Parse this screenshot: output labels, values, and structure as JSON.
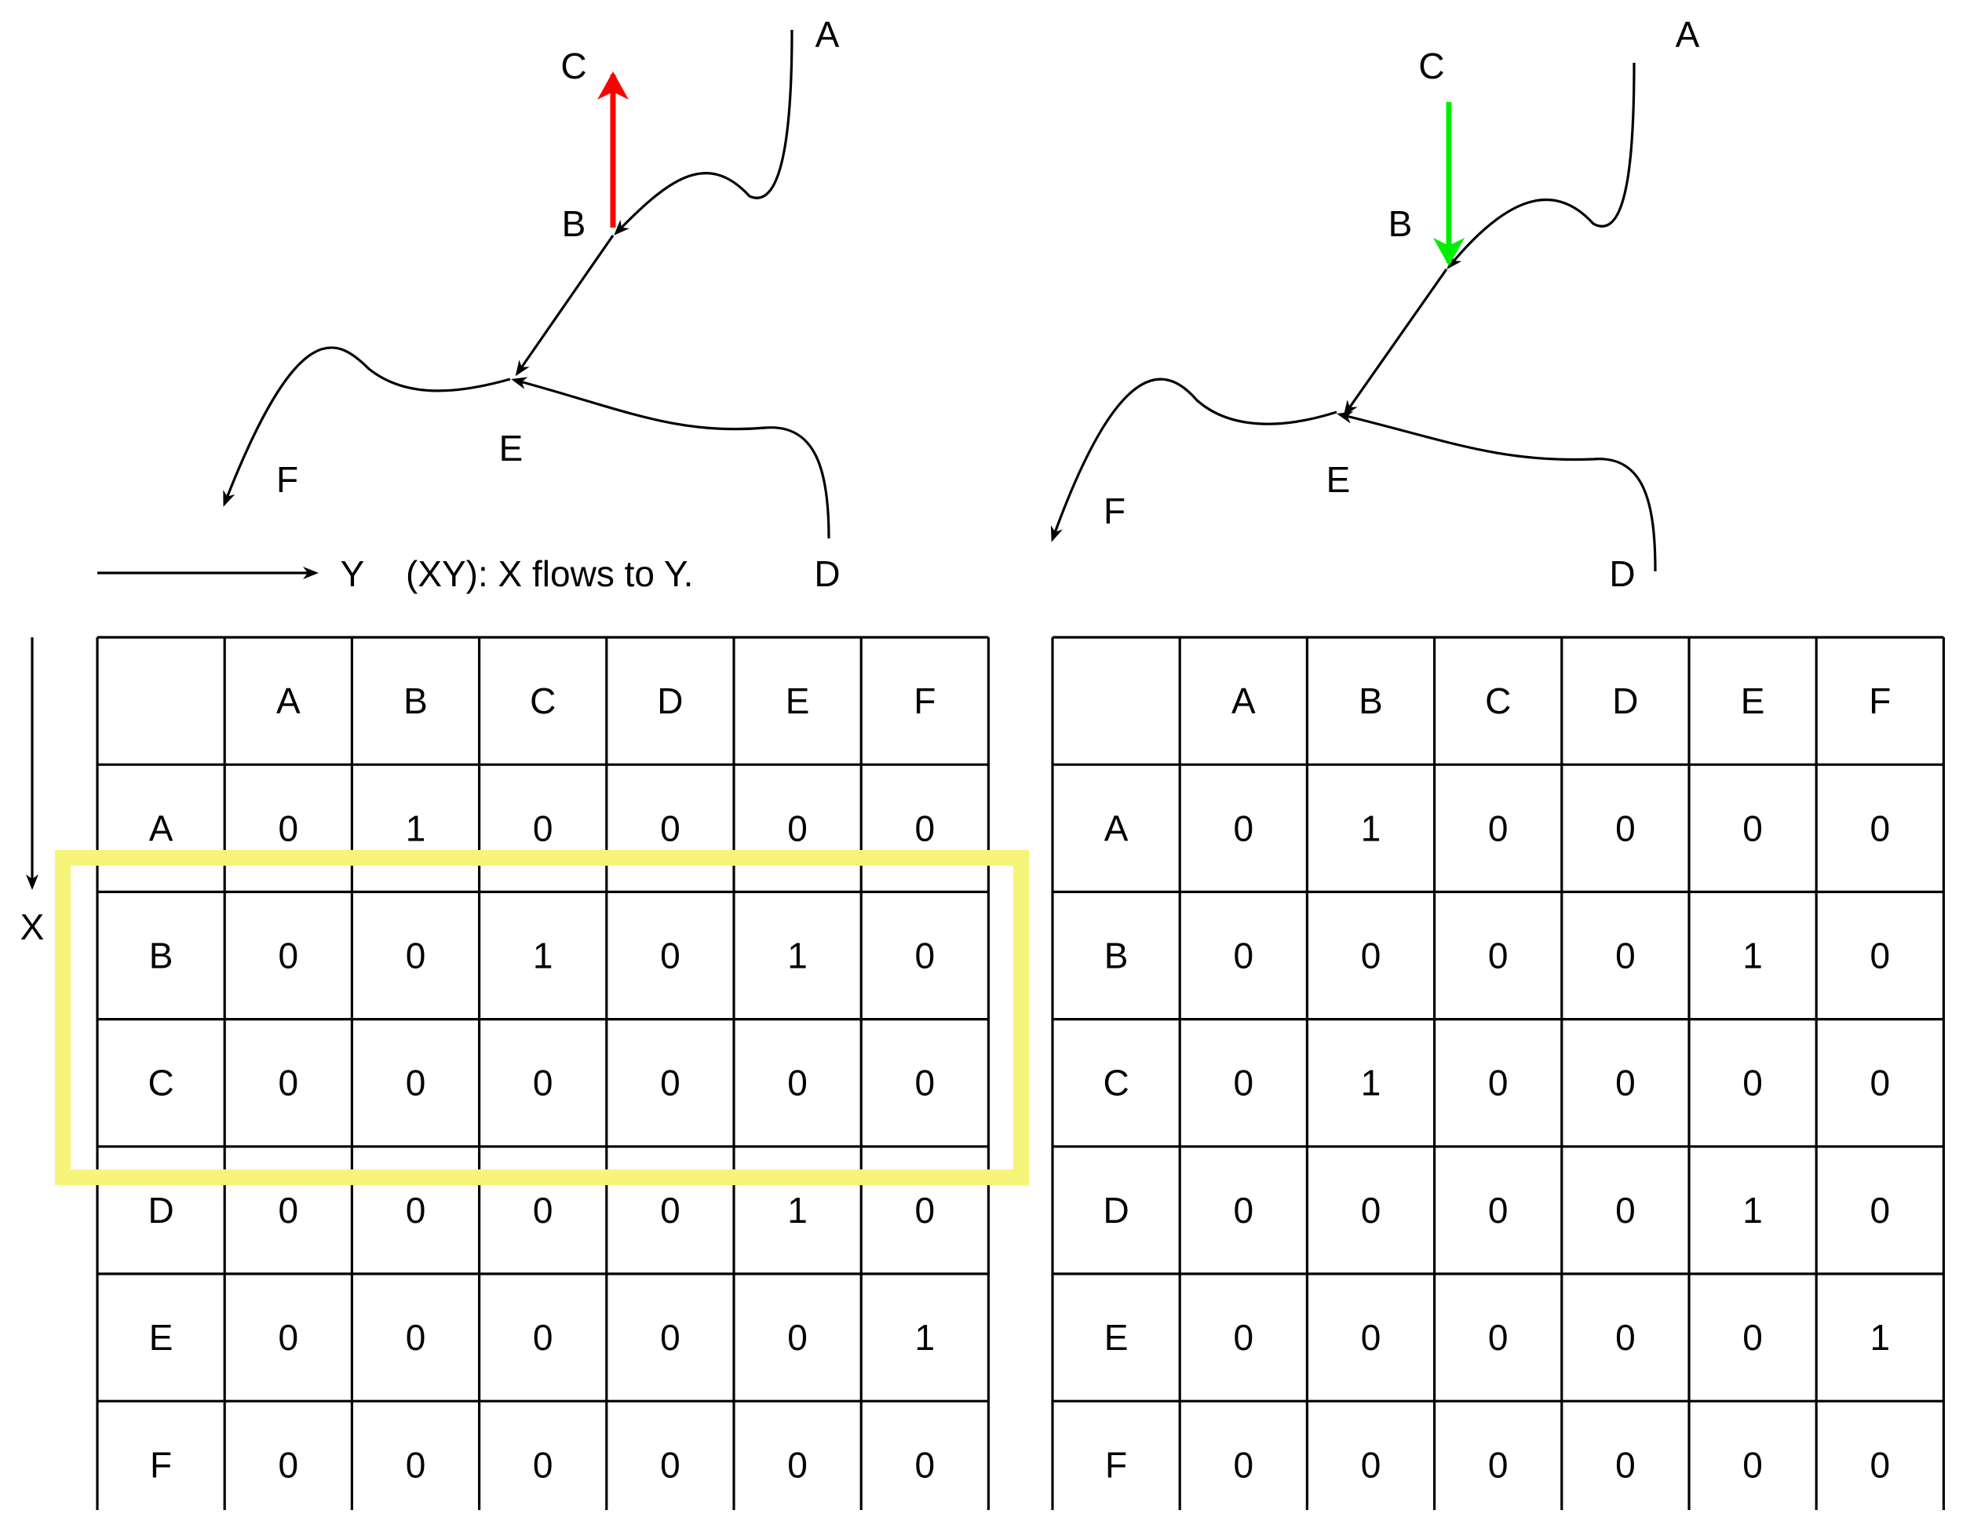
{
  "legend": {
    "y_label": "Y",
    "x_label": "X",
    "caption": "(XY): X flows to Y."
  },
  "colors": {
    "reversed_edge_before": "#ff0000",
    "reversed_edge_after": "#00ee00",
    "highlight": "#f7f47a",
    "line": "#000000"
  },
  "diagrams": [
    {
      "id": "left",
      "nodes": [
        "A",
        "B",
        "C",
        "D",
        "E",
        "F"
      ],
      "edges": [
        [
          "A",
          "B"
        ],
        [
          "B",
          "C"
        ],
        [
          "B",
          "E"
        ],
        [
          "D",
          "E"
        ],
        [
          "E",
          "F"
        ]
      ],
      "highlighted_edge": [
        "B",
        "C"
      ],
      "highlighted_edge_color": "red"
    },
    {
      "id": "right",
      "nodes": [
        "A",
        "B",
        "C",
        "D",
        "E",
        "F"
      ],
      "edges": [
        [
          "A",
          "B"
        ],
        [
          "C",
          "B"
        ],
        [
          "B",
          "E"
        ],
        [
          "D",
          "E"
        ],
        [
          "E",
          "F"
        ]
      ],
      "highlighted_edge": [
        "C",
        "B"
      ],
      "highlighted_edge_color": "green"
    }
  ],
  "matrices": [
    {
      "id": "left",
      "columns": [
        "A",
        "B",
        "C",
        "D",
        "E",
        "F"
      ],
      "rows": [
        {
          "label": "A",
          "values": [
            "0",
            "1",
            "0",
            "0",
            "0",
            "0"
          ]
        },
        {
          "label": "B",
          "values": [
            "0",
            "0",
            "1",
            "0",
            "1",
            "0"
          ]
        },
        {
          "label": "C",
          "values": [
            "0",
            "0",
            "0",
            "0",
            "0",
            "0"
          ]
        },
        {
          "label": "D",
          "values": [
            "0",
            "0",
            "0",
            "0",
            "1",
            "0"
          ]
        },
        {
          "label": "E",
          "values": [
            "0",
            "0",
            "0",
            "0",
            "0",
            "1"
          ]
        },
        {
          "label": "F",
          "values": [
            "0",
            "0",
            "0",
            "0",
            "0",
            "0"
          ]
        }
      ],
      "highlighted_rows": [
        "B",
        "C"
      ]
    },
    {
      "id": "right",
      "columns": [
        "A",
        "B",
        "C",
        "D",
        "E",
        "F"
      ],
      "rows": [
        {
          "label": "A",
          "values": [
            "0",
            "1",
            "0",
            "0",
            "0",
            "0"
          ]
        },
        {
          "label": "B",
          "values": [
            "0",
            "0",
            "0",
            "0",
            "1",
            "0"
          ]
        },
        {
          "label": "C",
          "values": [
            "0",
            "1",
            "0",
            "0",
            "0",
            "0"
          ]
        },
        {
          "label": "D",
          "values": [
            "0",
            "0",
            "0",
            "0",
            "1",
            "0"
          ]
        },
        {
          "label": "E",
          "values": [
            "0",
            "0",
            "0",
            "0",
            "0",
            "1"
          ]
        },
        {
          "label": "F",
          "values": [
            "0",
            "0",
            "0",
            "0",
            "0",
            "0"
          ]
        }
      ],
      "highlighted_rows": []
    }
  ]
}
